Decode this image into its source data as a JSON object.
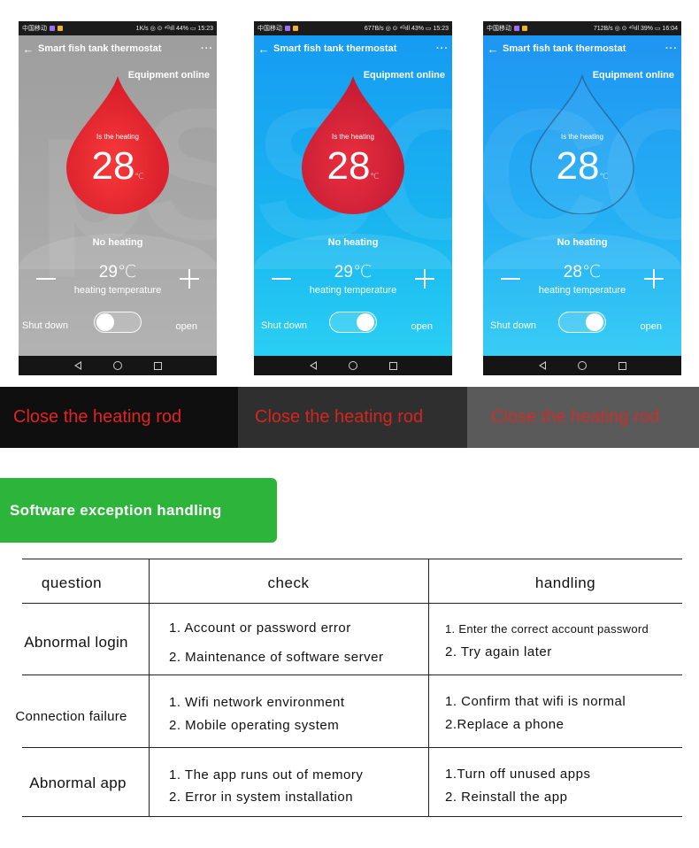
{
  "phones": [
    {
      "status_left": "中国移动",
      "status_right": "1K/s ◎ ⊙ ⁴ᴳıll 44% ▭ 15:23",
      "title": "Smart fish tank thermostat",
      "online": "Equipment online",
      "heating_label": "Is the heating",
      "current_temp": "28",
      "unit": "℃",
      "state": "No heating",
      "set_temp": "29℃",
      "set_label": "heating temperature",
      "shut_label": "Shut down",
      "open_label": "open"
    },
    {
      "status_left": "中国移动",
      "status_right": "677B/s ◎ ⊙ ⁴ᴳıll 43% ▭ 15:23",
      "title": "Smart fish tank thermostat",
      "online": "Equipment online",
      "heating_label": "Is the heating",
      "current_temp": "28",
      "unit": "℃",
      "state": "No heating",
      "set_temp": "29℃",
      "set_label": "heating temperature",
      "shut_label": "Shut down",
      "open_label": "open"
    },
    {
      "status_left": "中国移动",
      "status_right": "712B/s ◎ ⊙ ⁴ᴳıll 39% ▭ 16:04",
      "title": "Smart fish tank thermostat",
      "online": "Equipment online",
      "heating_label": "Is the heating",
      "current_temp": "28",
      "unit": "℃",
      "state": "No heating",
      "set_temp": "28℃",
      "set_label": "heating temperature",
      "shut_label": "Shut down",
      "open_label": "open"
    }
  ],
  "close_bars": [
    "Close the heating rod",
    "Close the heating rod",
    "Close the heating rod"
  ],
  "badge": "Software exception handling",
  "table": {
    "headers": [
      "question",
      "check",
      "handling"
    ],
    "rows": [
      {
        "question": "Abnormal login",
        "check": [
          "1. Account or password error",
          "2. Maintenance of software server"
        ],
        "handling": [
          "1. Enter the correct account password",
          "2. Try again later"
        ]
      },
      {
        "question": "Connection failure",
        "check": [
          "1. Wifi network environment",
          "2. Mobile operating system"
        ],
        "handling": [
          "1. Confirm that wifi is normal",
          "2.Replace a phone"
        ]
      },
      {
        "question": "Abnormal app",
        "check": [
          "1. The app runs out of memory",
          "2. Error in system installation"
        ],
        "handling": [
          "1.Turn off unused apps",
          "2. Reinstall the app"
        ]
      }
    ]
  },
  "colors": {
    "badge_green": "#2db53b",
    "close_red": "#e32420",
    "drop_red": "#e4252f"
  }
}
